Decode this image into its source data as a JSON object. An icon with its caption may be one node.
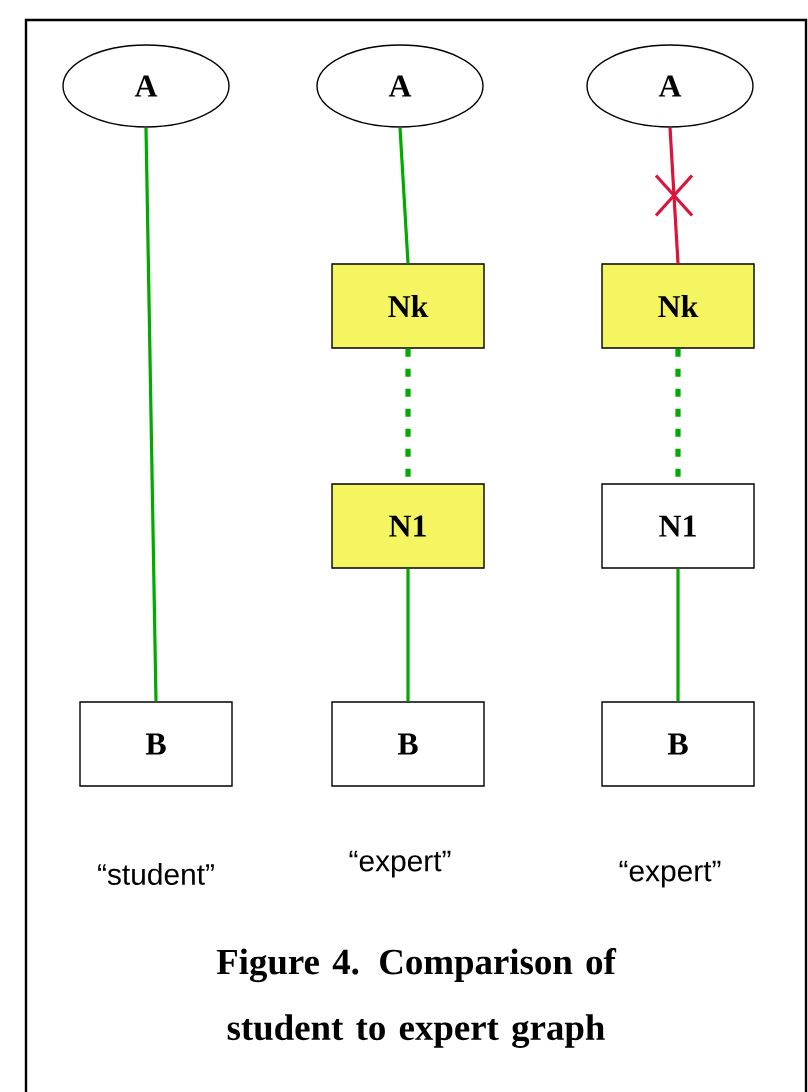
{
  "diagram": {
    "caption": "Figure 4. Comparison of student to expert graph",
    "nodes": [
      {
        "text": [
          "A"
        ]
      },
      {
        "text": [
          "A"
        ]
      },
      {
        "text": [
          "A"
        ]
      },
      {
        "text": [
          "Nk"
        ]
      },
      {
        "text": [
          "Nk"
        ]
      },
      {
        "text": [
          "N1"
        ]
      },
      {
        "text": [
          "N1"
        ]
      },
      {
        "text": [
          "B"
        ]
      },
      {
        "text": [
          "B"
        ]
      },
      {
        "text": [
          "B"
        ]
      }
    ],
    "edges": [
      {
        "from": 0,
        "to": 7,
        "arrow": "none"
      },
      {
        "from": 1,
        "to": 3,
        "arrow": "none"
      },
      {
        "from": 3,
        "to": 5,
        "arrow": "none",
        "style": "dashed"
      },
      {
        "from": 5,
        "to": 8,
        "arrow": "none"
      },
      {
        "from": 2,
        "to": 4,
        "arrow": "none",
        "color": "#dc143c"
      },
      {
        "from": 4,
        "to": 6,
        "arrow": "none",
        "style": "dashed"
      },
      {
        "from": 6,
        "to": 9,
        "arrow": "none"
      }
    ],
    "labels": [
      "“student”",
      "“expert”",
      "“expert”"
    ]
  }
}
